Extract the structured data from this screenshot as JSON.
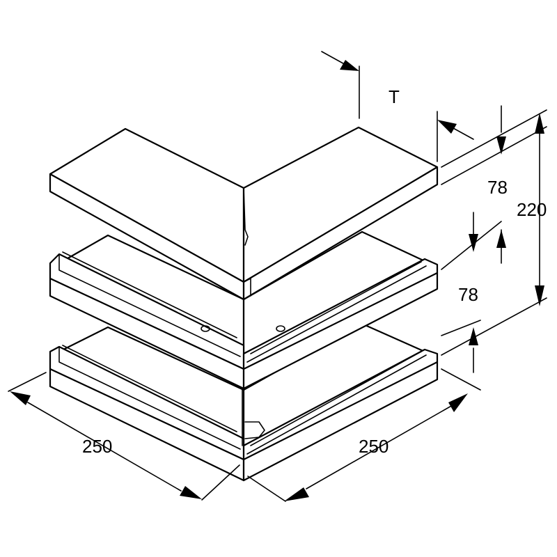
{
  "drawing": {
    "labels": {
      "thickness": "T",
      "height_part_upper": "78",
      "height_part_lower": "78",
      "height_total": "220",
      "width_left": "250",
      "width_right": "250"
    }
  }
}
